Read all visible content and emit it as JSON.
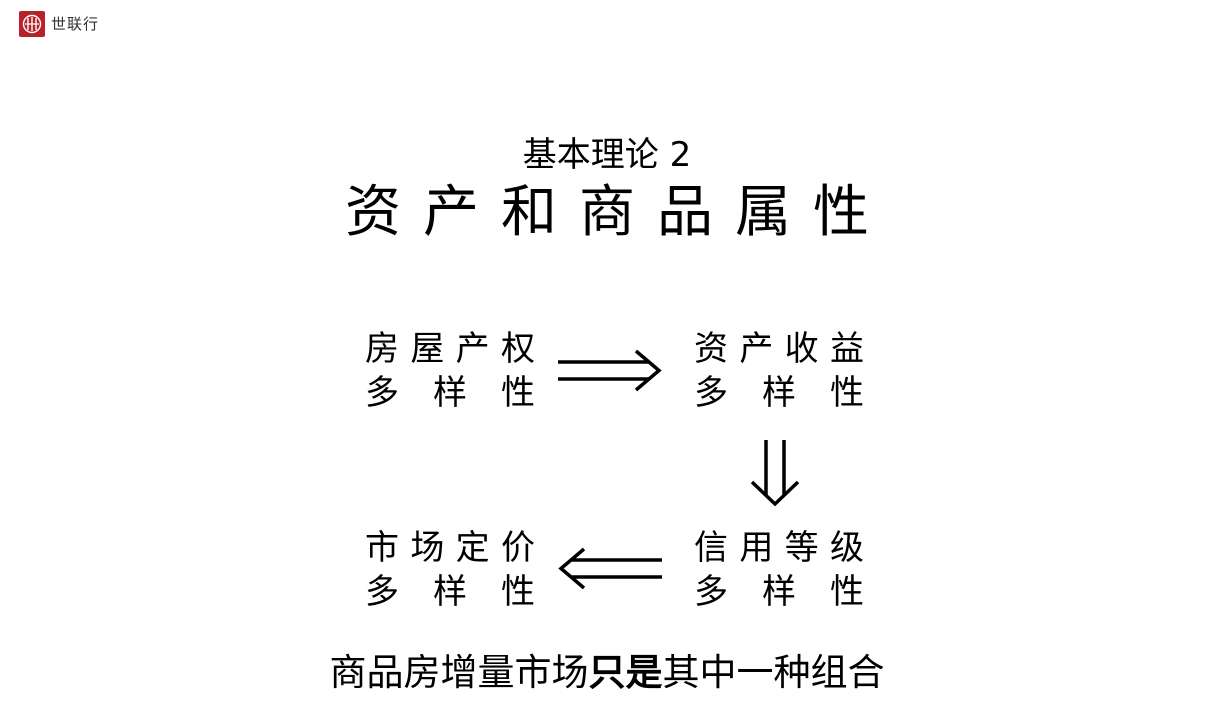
{
  "logo": {
    "brand_name": "世联行",
    "brand_color": "#b5222b"
  },
  "slide": {
    "subtitle": "基本理论 2",
    "title": "资产和商品属性"
  },
  "nodes": [
    {
      "line1": "房屋产权",
      "line2": [
        "多",
        "样",
        "性"
      ]
    },
    {
      "line1": "资产收益",
      "line2": [
        "多",
        "样",
        "性"
      ]
    },
    {
      "line1": "信用等级",
      "line2": [
        "多",
        "样",
        "性"
      ]
    },
    {
      "line1": "市场定价",
      "line2": [
        "多",
        "样",
        "性"
      ]
    }
  ],
  "arrows": [
    {
      "from": "房屋产权",
      "to": "资产收益",
      "direction": "right",
      "style": "double"
    },
    {
      "from": "资产收益",
      "to": "信用等级",
      "direction": "down",
      "style": "double"
    },
    {
      "from": "信用等级",
      "to": "市场定价",
      "direction": "left",
      "style": "double"
    }
  ],
  "footer": {
    "prefix": "商品房增量市场",
    "emphasis": "只是",
    "suffix": "其中一种组合"
  }
}
